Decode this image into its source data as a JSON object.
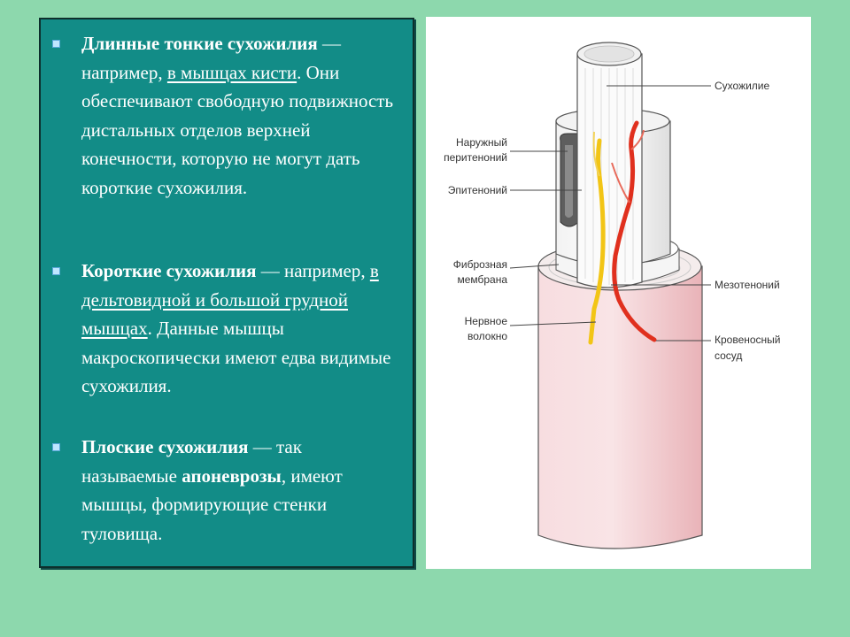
{
  "bullets": [
    {
      "parts": [
        {
          "text": "Длинные тонкие сухожилия",
          "style": "bold"
        },
        {
          "text": " — например, ",
          "style": "normal"
        },
        {
          "text": "в мышцах кисти",
          "style": "underline"
        },
        {
          "text": ". Они обеспечивают свободную подвижность дистальных отделов верхней конечности, которую не могут дать короткие сухожилия.",
          "style": "normal"
        }
      ]
    },
    {
      "parts": [
        {
          "text": "Короткие сухожилия",
          "style": "bold"
        },
        {
          "text": " — например, ",
          "style": "normal"
        },
        {
          "text": "в дельтовидной и большой грудной мышцах",
          "style": "underline"
        },
        {
          "text": ". Данные мышцы макроскопически имеют едва видимые сухожилия.",
          "style": "normal"
        }
      ]
    },
    {
      "parts": [
        {
          "text": "Плоские сухожилия",
          "style": "bold"
        },
        {
          "text": " — так называемые ",
          "style": "normal"
        },
        {
          "text": "апоневрозы",
          "style": "bold"
        },
        {
          "text": ", имеют мышцы, формирующие стенки туловища.",
          "style": "normal"
        }
      ]
    }
  ],
  "figure": {
    "labels": {
      "tendon": "Сухожилие",
      "outer_peritenon_1": "Наружный",
      "outer_peritenon_2": "перитеноний",
      "epitenon": "Эпитеноний",
      "fibrous_1": "Фиброзная",
      "fibrous_2": "мембрана",
      "mesotenon": "Мезотеноний",
      "nerve_1": "Нервное",
      "nerve_2": "волокно",
      "vessel_1": "Кровеносный",
      "vessel_2": "сосуд"
    }
  },
  "colors": {
    "background": "#8dd8ad",
    "panel": "#128c87",
    "nerve": "#f2c516",
    "vessel": "#e0301e",
    "muscle": "#f4cfd2"
  }
}
